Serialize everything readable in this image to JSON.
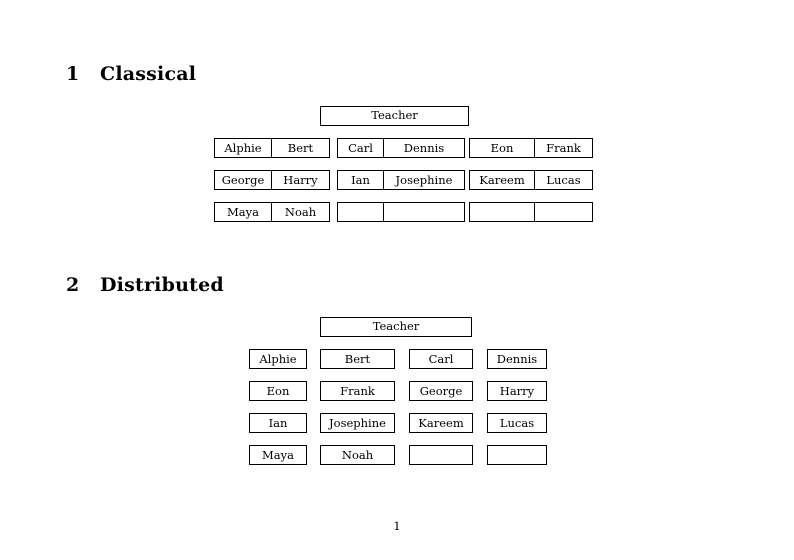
{
  "document": {
    "page_number": "1",
    "sections": [
      {
        "number": "1",
        "title": "Classical",
        "layout": "paired-cells",
        "teacher_label": "Teacher",
        "groups": [
          {
            "rows": [
              [
                "Alphie",
                "Bert"
              ],
              [
                "George",
                "Harry"
              ],
              [
                "Maya",
                "Noah"
              ]
            ]
          },
          {
            "rows": [
              [
                "Carl",
                "Dennis"
              ],
              [
                "Ian",
                "Josephine"
              ],
              [
                "",
                ""
              ]
            ]
          },
          {
            "rows": [
              [
                "Eon",
                "Frank"
              ],
              [
                "Kareem",
                "Lucas"
              ],
              [
                "",
                ""
              ]
            ]
          }
        ]
      },
      {
        "number": "2",
        "title": "Distributed",
        "layout": "individual-cells",
        "teacher_label": "Teacher",
        "rows": [
          [
            "Alphie",
            "Bert",
            "Carl",
            "Dennis"
          ],
          [
            "Eon",
            "Frank",
            "George",
            "Harry"
          ],
          [
            "Ian",
            "Josephine",
            "Kareem",
            "Lucas"
          ],
          [
            "Maya",
            "Noah",
            "",
            ""
          ]
        ]
      }
    ]
  },
  "colors": {
    "page_background": "#ffffff",
    "text": "#000000",
    "box_border": "#000000"
  }
}
